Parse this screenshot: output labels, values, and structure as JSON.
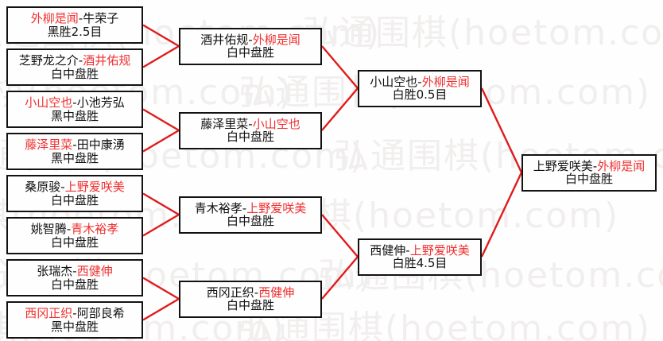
{
  "meta": {
    "watermark_text": "弘通围棋(hoetom.com)",
    "win_color": "#f03030",
    "text_color": "#111111",
    "line_color": "#e01b1b",
    "border_color": "#121212",
    "background": "#fefefe"
  },
  "bracket": {
    "round1": [
      {
        "left": "外柳是闻",
        "right": "牛荣子",
        "winner": "left",
        "result": "黑胜2.5目"
      },
      {
        "left": "芝野龙之介",
        "right": "酒井佑规",
        "winner": "right",
        "result": "白中盘胜"
      },
      {
        "left": "小山空也",
        "right": "小池芳弘",
        "winner": "left",
        "result": "黑中盘胜"
      },
      {
        "left": "藤泽里菜",
        "right": "田中康湧",
        "winner": "left",
        "result": "黑中盘胜"
      },
      {
        "left": "桑原骏",
        "right": "上野爱咲美",
        "winner": "right",
        "result": "白中盘胜"
      },
      {
        "left": "姚智腾",
        "right": "青木裕孝",
        "winner": "right",
        "result": "白中盘胜"
      },
      {
        "left": "张瑞杰",
        "right": "西健伸",
        "winner": "right",
        "result": "白中盘胜"
      },
      {
        "left": "西冈正织",
        "right": "阿部良希",
        "winner": "left",
        "result": "黑中盘胜"
      }
    ],
    "round2": [
      {
        "left": "酒井佑规",
        "right": "外柳是闻",
        "winner": "right",
        "result": "白中盘胜"
      },
      {
        "left": "藤泽里菜",
        "right": "小山空也",
        "winner": "right",
        "result": "白中盘胜"
      },
      {
        "left": "青木裕孝",
        "right": "上野爱咲美",
        "winner": "right",
        "result": "白中盘胜"
      },
      {
        "left": "西冈正织",
        "right": "西健伸",
        "winner": "right",
        "result": "白中盘胜"
      }
    ],
    "round3": [
      {
        "left": "小山空也",
        "right": "外柳是闻",
        "winner": "right",
        "result": "白胜0.5目"
      },
      {
        "left": "西健伸",
        "right": "上野爱咲美",
        "winner": "right",
        "result": "白胜4.5目"
      }
    ],
    "round4": [
      {
        "left": "上野爱咲美",
        "right": "外柳是闻",
        "winner": "right",
        "result": "白中盘胜"
      }
    ]
  }
}
